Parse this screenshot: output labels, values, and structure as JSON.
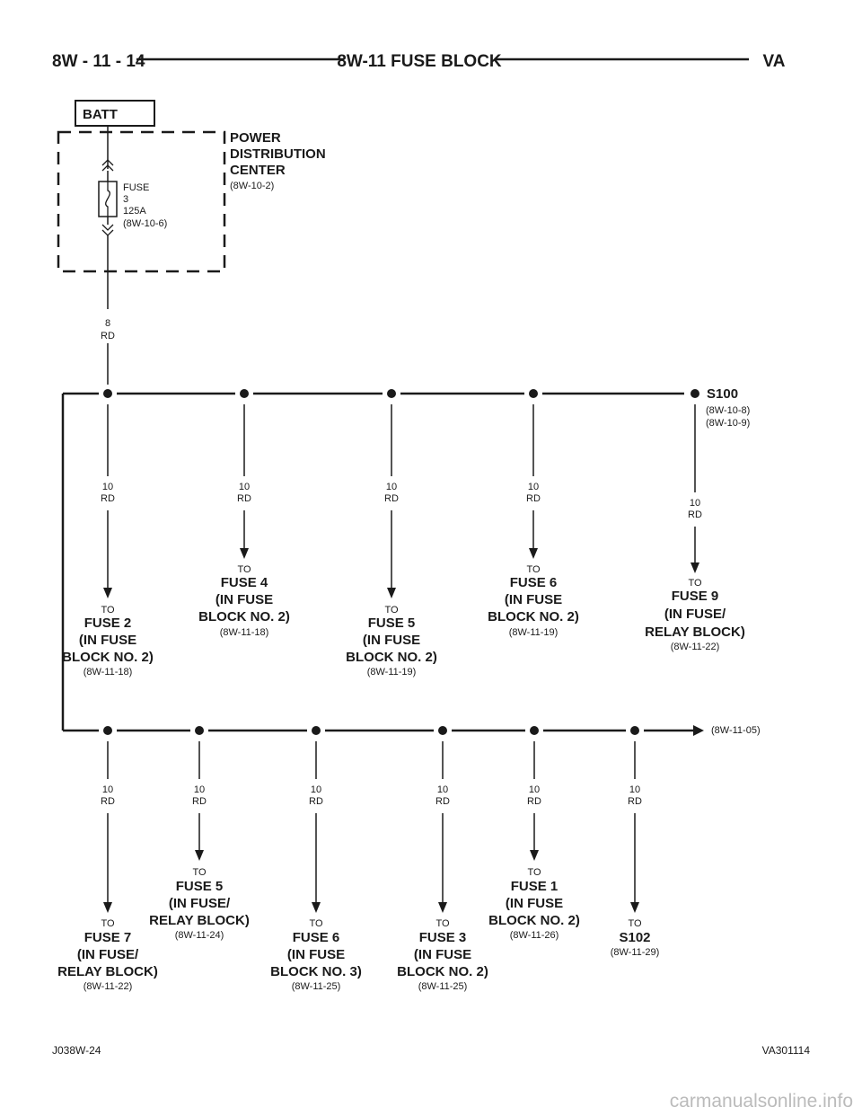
{
  "header": {
    "left": "8W - 11 - 14",
    "center": "8W-11 FUSE BLOCK",
    "right": "VA"
  },
  "batt": {
    "label": "BATT"
  },
  "pdc": {
    "title_lines": [
      "POWER",
      "DISTRIBUTION",
      "CENTER"
    ],
    "ref": "(8W-10-2)"
  },
  "fuse": {
    "lines": [
      "FUSE",
      "3",
      "125A"
    ],
    "ref": "(8W-10-6)"
  },
  "feed_wire": [
    "8",
    "RD"
  ],
  "splice": {
    "name": "S100",
    "refs": [
      "(8W-10-8)",
      "(8W-10-9)"
    ]
  },
  "lower_bus_ref": "(8W-11-05)",
  "top_branches": [
    {
      "wire": [
        "10",
        "RD"
      ],
      "to": "TO",
      "title": [
        "FUSE 2",
        "(IN FUSE",
        "BLOCK NO. 2)"
      ],
      "ref": "(8W-11-18)"
    },
    {
      "wire": [
        "10",
        "RD"
      ],
      "to": "TO",
      "title": [
        "FUSE 4",
        "(IN FUSE",
        "BLOCK NO. 2)"
      ],
      "ref": "(8W-11-18)"
    },
    {
      "wire": [
        "10",
        "RD"
      ],
      "to": "TO",
      "title": [
        "FUSE 5",
        "(IN FUSE",
        "BLOCK NO. 2)"
      ],
      "ref": "(8W-11-19)"
    },
    {
      "wire": [
        "10",
        "RD"
      ],
      "to": "TO",
      "title": [
        "FUSE 6",
        "(IN FUSE",
        "BLOCK NO. 2)"
      ],
      "ref": "(8W-11-19)"
    },
    {
      "wire": [
        "10",
        "RD"
      ],
      "to": "TO",
      "title": [
        "FUSE 9",
        "(IN FUSE/",
        "RELAY BLOCK)"
      ],
      "ref": "(8W-11-22)"
    }
  ],
  "bottom_branches": [
    {
      "wire": [
        "10",
        "RD"
      ],
      "to": "TO",
      "title": [
        "FUSE 7",
        "(IN FUSE/",
        "RELAY BLOCK)"
      ],
      "ref": "(8W-11-22)"
    },
    {
      "wire": [
        "10",
        "RD"
      ],
      "to": "TO",
      "title": [
        "FUSE 5",
        "(IN FUSE/",
        "RELAY BLOCK)"
      ],
      "ref": "(8W-11-24)"
    },
    {
      "wire": [
        "10",
        "RD"
      ],
      "to": "TO",
      "title": [
        "FUSE 6",
        "(IN FUSE",
        "BLOCK NO. 3)"
      ],
      "ref": "(8W-11-25)"
    },
    {
      "wire": [
        "10",
        "RD"
      ],
      "to": "TO",
      "title": [
        "FUSE 3",
        "(IN FUSE",
        "BLOCK NO. 2)"
      ],
      "ref": "(8W-11-25)"
    },
    {
      "wire": [
        "10",
        "RD"
      ],
      "to": "TO",
      "title": [
        "FUSE 1",
        "(IN FUSE",
        "BLOCK NO. 2)"
      ],
      "ref": "(8W-11-26)"
    },
    {
      "wire": [
        "10",
        "RD"
      ],
      "to": "TO",
      "title": [
        "S102"
      ],
      "ref": "(8W-11-29)"
    }
  ],
  "footer": {
    "left": "J038W-24",
    "right": "VA301114"
  },
  "watermark": "carmanualsonline.info"
}
